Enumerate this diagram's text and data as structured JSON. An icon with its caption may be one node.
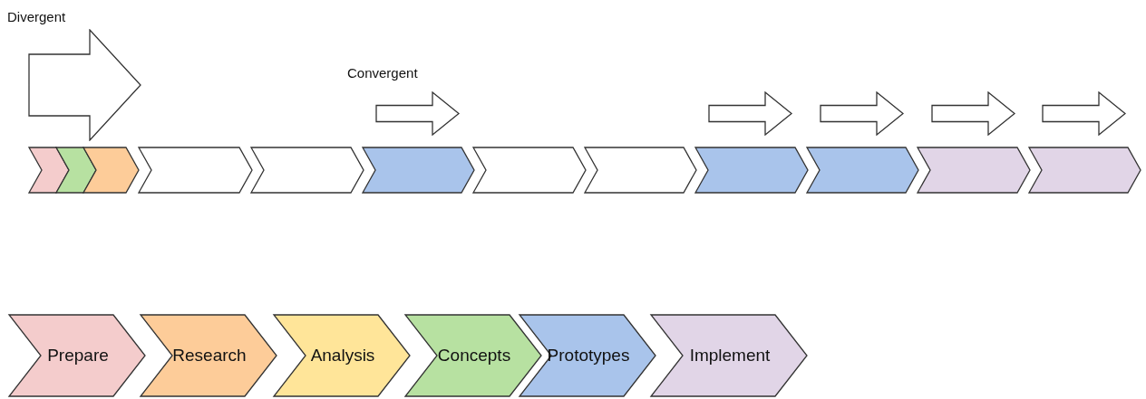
{
  "diagram": {
    "nodes": [
      {
        "text": [],
        "shape": "chevron"
      },
      {
        "text": [],
        "shape": "chevron"
      },
      {
        "text": [],
        "shape": "chevron"
      },
      {
        "text": [],
        "shape": "chevron"
      },
      {
        "text": [],
        "shape": "chevron"
      },
      {
        "text": [],
        "shape": "chevron"
      },
      {
        "text": [],
        "shape": "chevron"
      },
      {
        "text": [],
        "shape": "chevron"
      },
      {
        "text": [],
        "shape": "chevron"
      },
      {
        "text": [],
        "shape": "chevron"
      },
      {
        "text": [],
        "shape": "chevron"
      },
      {
        "text": [],
        "shape": "chevron"
      }
    ],
    "edges": [],
    "labels": [
      "Divergent",
      "Convergent"
    ],
    "legend": [
      {
        "text": "Prepare",
        "color": "#f4cccc"
      },
      {
        "text": "Research",
        "color": "#fdcc99"
      },
      {
        "text": "Analysis",
        "color": "#ffe599"
      },
      {
        "text": "Concepts",
        "color": "#b7e1a1"
      },
      {
        "text": "Prototypes",
        "color": "#a9c4eb"
      },
      {
        "text": "Implement",
        "color": "#e1d5e7"
      }
    ]
  }
}
